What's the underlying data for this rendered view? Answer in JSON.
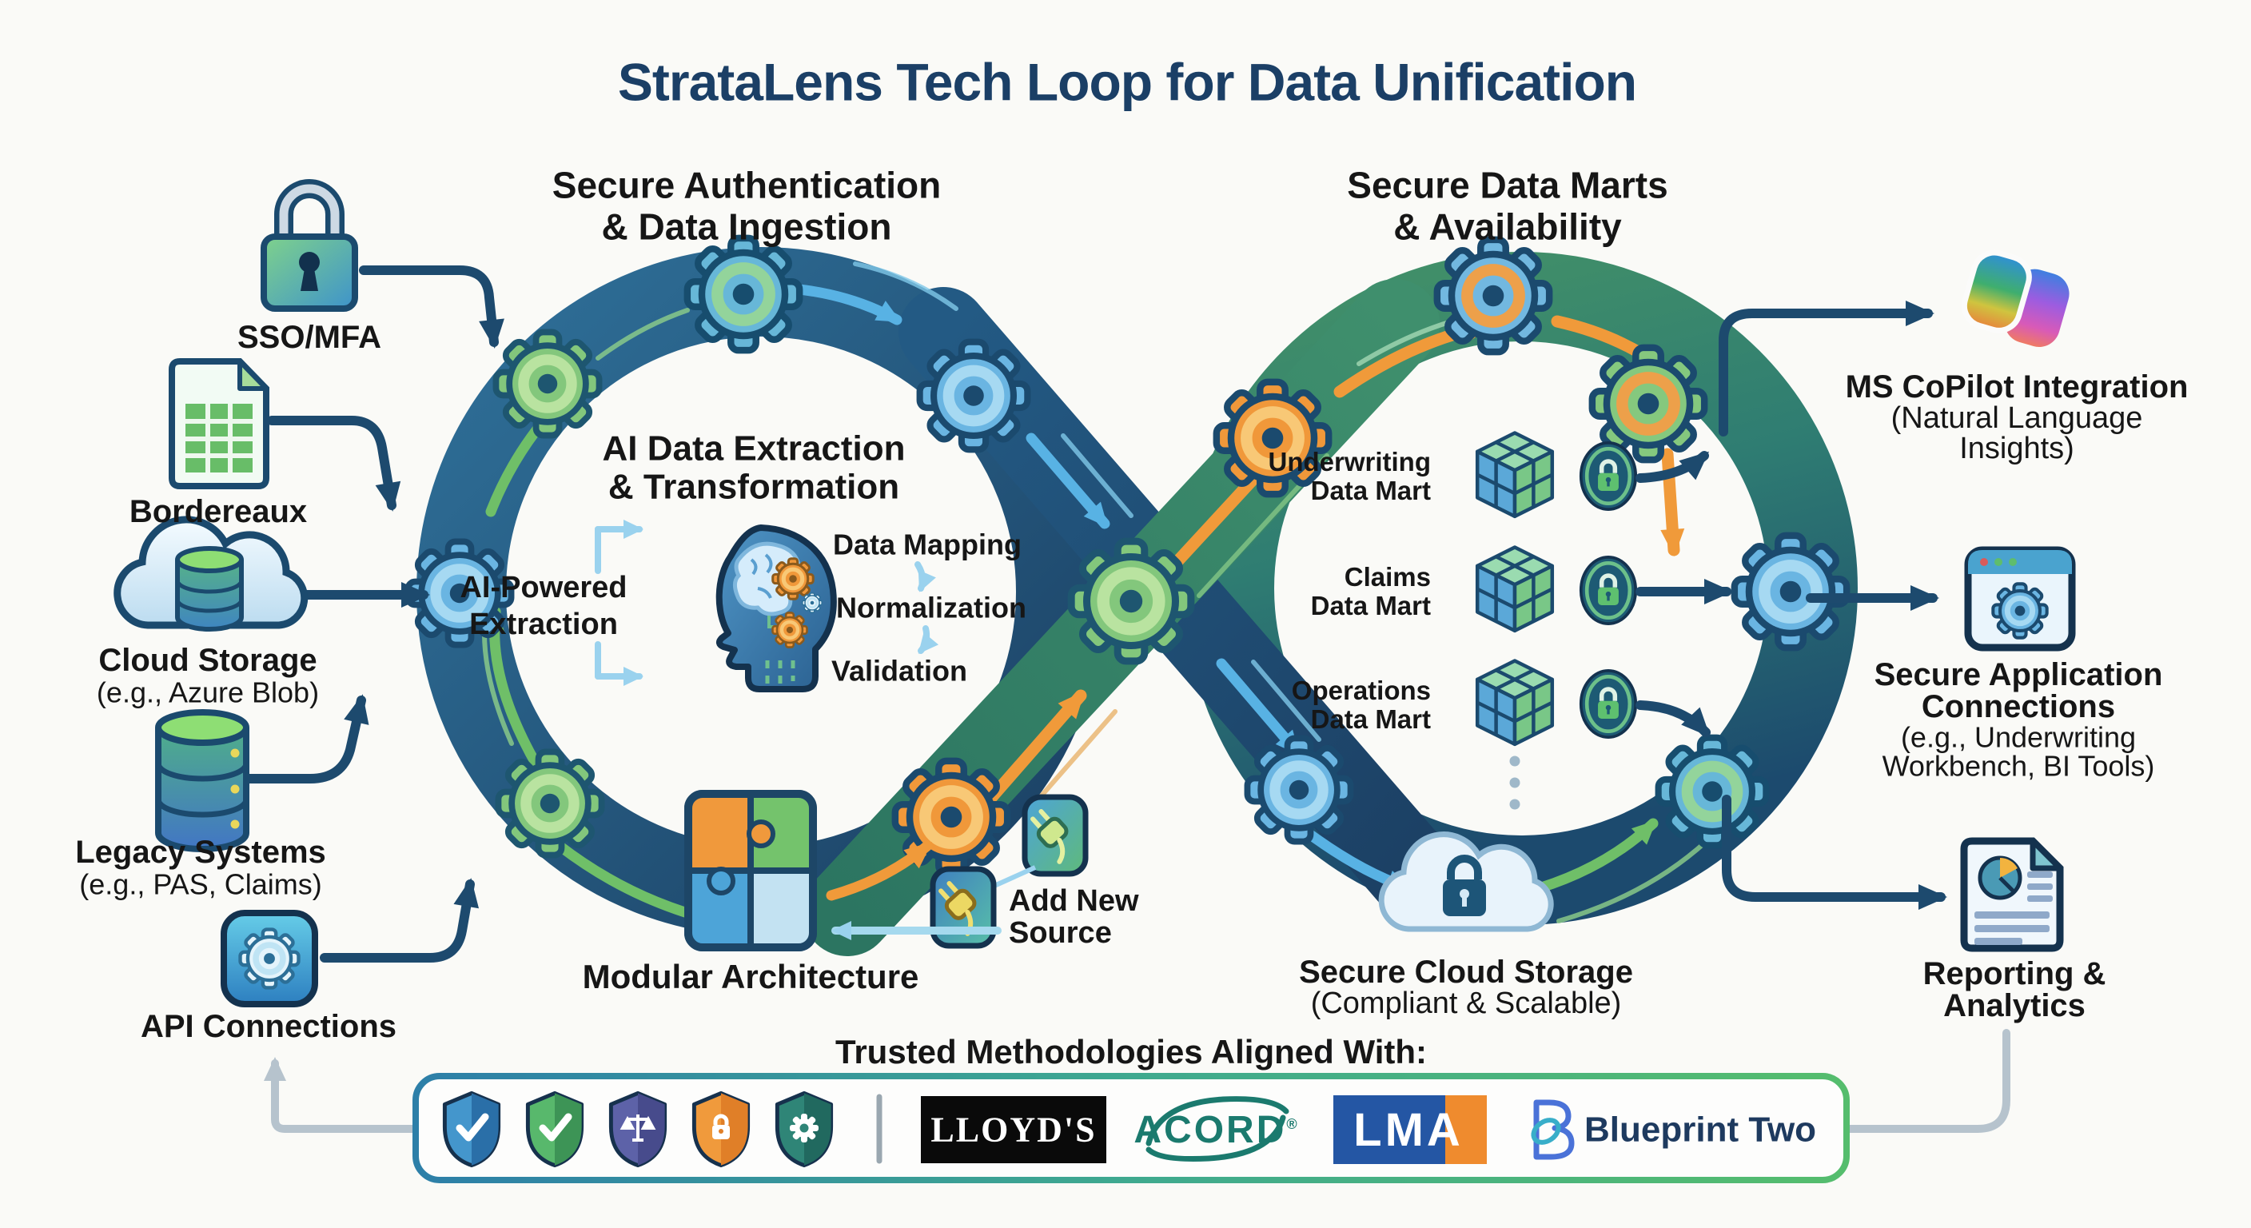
{
  "title": "StrataLens Tech Loop for Data Unification",
  "stages": {
    "ingestion": {
      "lines": [
        "Secure Authentication",
        "& Data Ingestion"
      ]
    },
    "marts": {
      "lines": [
        "Secure Data Marts",
        "& Availability"
      ]
    }
  },
  "sources": [
    {
      "id": "sso",
      "lines": [
        "SSO/MFA"
      ]
    },
    {
      "id": "bordereaux",
      "lines": [
        "Bordereaux"
      ]
    },
    {
      "id": "cloud_storage",
      "lines": [
        "Cloud Storage",
        "(e.g., Azure Blob)"
      ]
    },
    {
      "id": "legacy",
      "lines": [
        "Legacy Systems",
        "(e.g., PAS, Claims)"
      ]
    },
    {
      "id": "api",
      "lines": [
        "API Connections"
      ]
    }
  ],
  "ai_center": {
    "heading_lines": [
      "AI Data Extraction",
      "& Transformation"
    ],
    "side_lines": [
      "AI-Powered",
      "Extraction"
    ],
    "steps": [
      "Data Mapping",
      "Normalization",
      "Validation"
    ]
  },
  "modular": {
    "label": "Modular Architecture"
  },
  "add_source": {
    "lines": [
      "Add New",
      "Source"
    ]
  },
  "marts": [
    {
      "lines": [
        "Underwriting",
        "Data Mart"
      ]
    },
    {
      "lines": [
        "Claims",
        "Data Mart"
      ]
    },
    {
      "lines": [
        "Operations",
        "Data Mart"
      ]
    }
  ],
  "storage": {
    "lines": [
      "Secure Cloud Storage",
      "(Compliant & Scalable)"
    ]
  },
  "outputs": [
    {
      "id": "copilot",
      "lines": [
        "MS CoPilot Integration",
        "(Natural Language",
        "Insights)"
      ]
    },
    {
      "id": "apps",
      "lines": [
        "Secure Application",
        "Connections",
        "(e.g., Underwriting",
        "Workbench, BI Tools)"
      ]
    },
    {
      "id": "reporting",
      "lines": [
        "Reporting &",
        "Analytics"
      ]
    }
  ],
  "footer": {
    "heading": "Trusted Methodologies Aligned With:",
    "logos": [
      {
        "id": "lloyds",
        "text": "LLOYD'S"
      },
      {
        "id": "acord",
        "text": "ACORD",
        "reg": "®"
      },
      {
        "id": "lma",
        "text": "LMA"
      },
      {
        "id": "blueprint",
        "text": "Blueprint Two"
      }
    ]
  },
  "colors": {
    "title": "#1b3f66",
    "ribbon_blue": "#235a84",
    "ribbon_green": "#35836c",
    "arrow_green": "#6fbf68",
    "arrow_blue": "#58b2e4",
    "arrow_orange": "#f09a3a",
    "connector_navy": "#1d4a6e",
    "lloyds_bg": "#000000",
    "acord_teal": "#1b7a6e",
    "lma_blue": "#2456a4",
    "lma_orange": "#ef8b2e",
    "blueprint_navy": "#1e3a5f"
  }
}
